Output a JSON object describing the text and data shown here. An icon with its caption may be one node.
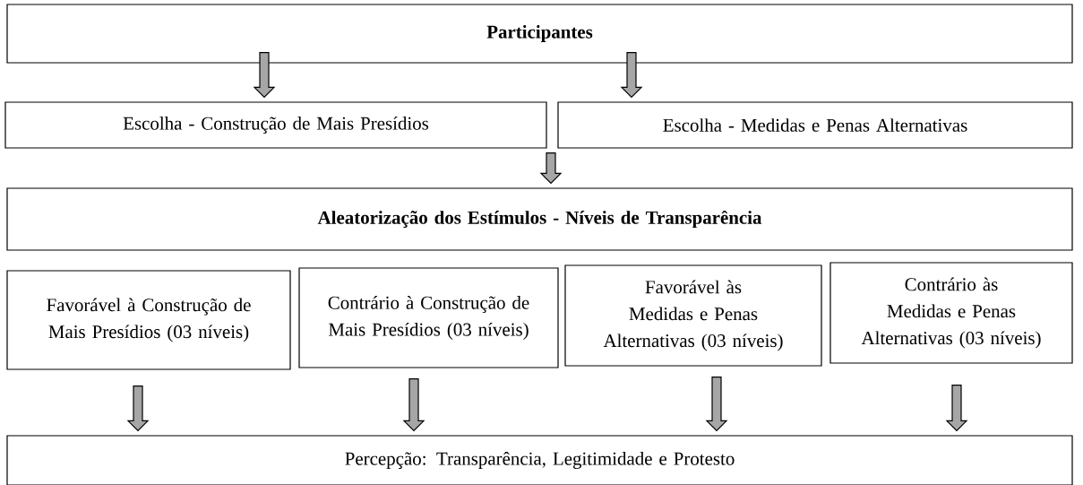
{
  "diagram": {
    "nodes": [
      {
        "text": [
          "**Participantes**"
        ]
      },
      {
        "text": [
          "Escolha - Construção de Mais Presídios"
        ]
      },
      {
        "text": [
          "Escolha - Medidas e Penas Alternativas"
        ]
      },
      {
        "text": [
          "**Aleatorização dos Estímulos - Níveis de Transparência**"
        ]
      },
      {
        "text": [
          "Favorável à Construção de Mais Presídios (03 níveis)"
        ]
      },
      {
        "text": [
          "Contrário à Construção de Mais Presídios (03 níveis)"
        ]
      },
      {
        "text": [
          "Favorável às Medidas e Penas Alternativas (03 níveis)"
        ]
      },
      {
        "text": [
          "Contrário às Medidas e Penas Alternativas (03 níveis)"
        ]
      },
      {
        "text": [
          "Percepção: Transparência, Legitimidade e Protesto"
        ]
      }
    ],
    "edges": [
      {
        "from": 0,
        "to": 1,
        "arrow": "to"
      },
      {
        "from": 0,
        "to": 2,
        "arrow": "to"
      },
      {
        "from": 1,
        "to": 3,
        "arrow": "to"
      },
      {
        "from": 2,
        "to": 3,
        "arrow": "to"
      },
      {
        "from": 4,
        "to": 8,
        "arrow": "to"
      },
      {
        "from": 5,
        "to": 8,
        "arrow": "to"
      },
      {
        "from": 6,
        "to": 8,
        "arrow": "to"
      },
      {
        "from": 7,
        "to": 8,
        "arrow": "to"
      }
    ]
  }
}
